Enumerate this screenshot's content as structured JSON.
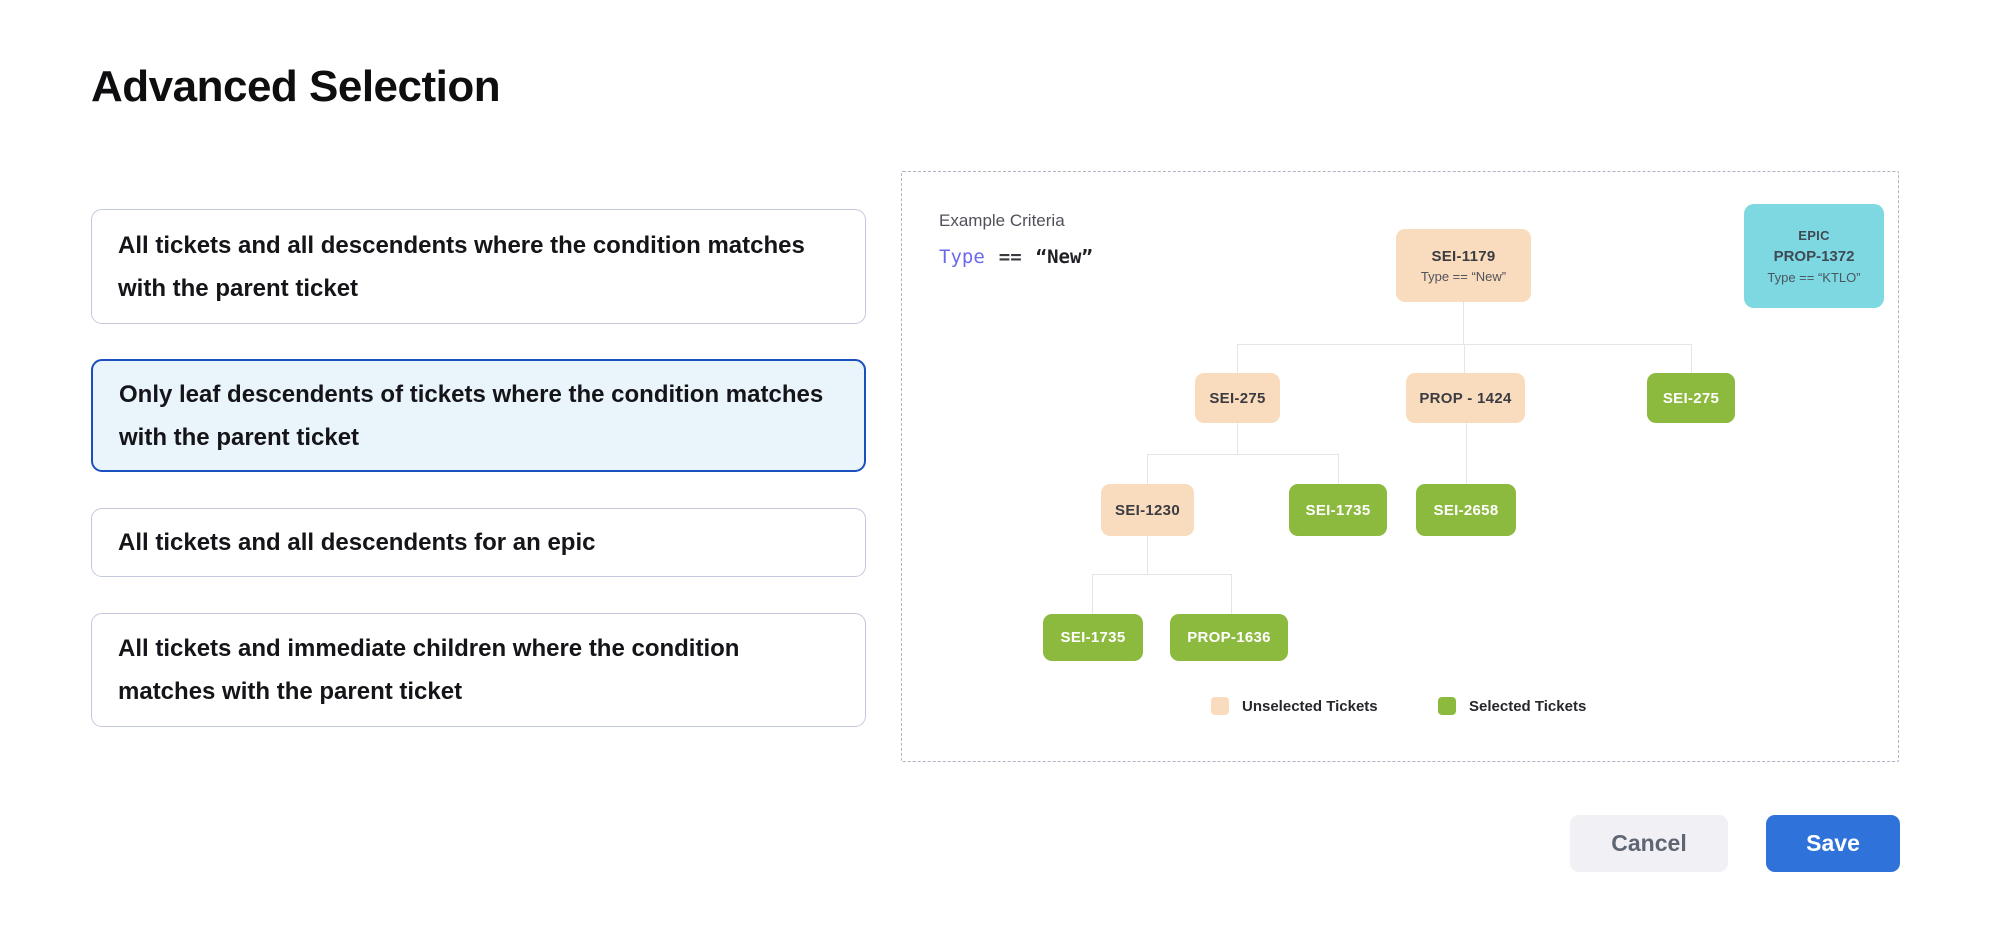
{
  "page": {
    "title": "Advanced Selection"
  },
  "options": [
    {
      "label": "All tickets and all descendents where the condition matches with the parent ticket",
      "selected": false
    },
    {
      "label": "Only leaf descendents of tickets where the condition matches with the parent ticket",
      "selected": true
    },
    {
      "label": "All tickets and all descendents for an epic",
      "selected": false
    },
    {
      "label": "All tickets and immediate children where the condition matches with the parent ticket",
      "selected": false
    }
  ],
  "example": {
    "heading": "Example Criteria",
    "criteria": {
      "field": "Type",
      "operator": "==",
      "value": "“New”"
    }
  },
  "epic_card": {
    "type_label": "EPIC",
    "id": "PROP-1372",
    "condition": "Type == “KTLO”"
  },
  "tree": {
    "root": {
      "id": "SEI-1179",
      "condition": "Type == “New”",
      "state": "unselected"
    },
    "nodes": [
      {
        "id": "SEI-275",
        "state": "unselected"
      },
      {
        "id": "PROP - 1424",
        "state": "unselected"
      },
      {
        "id": "SEI-275",
        "state": "selected"
      },
      {
        "id": "SEI-1230",
        "state": "unselected"
      },
      {
        "id": "SEI-1735",
        "state": "selected"
      },
      {
        "id": "SEI-2658",
        "state": "selected"
      },
      {
        "id": "SEI-1735",
        "state": "selected"
      },
      {
        "id": "PROP-1636",
        "state": "selected"
      }
    ]
  },
  "legend": [
    {
      "label": "Unselected Tickets",
      "color": "#F9DCBE"
    },
    {
      "label": "Selected Tickets",
      "color": "#8CBA3E"
    }
  ],
  "actions": {
    "cancel": "Cancel",
    "save": "Save"
  },
  "colors": {
    "unselected_ticket": "#F9DCBE",
    "selected_ticket": "#8CBA3E",
    "epic_card": "#7ED8E2",
    "save_button": "#2F72D9",
    "selected_option_border": "#1A4FC0",
    "selected_option_bg": "#EAF4FB",
    "criteria_field": "#6B68EE",
    "connector": "#E4E4E9"
  }
}
